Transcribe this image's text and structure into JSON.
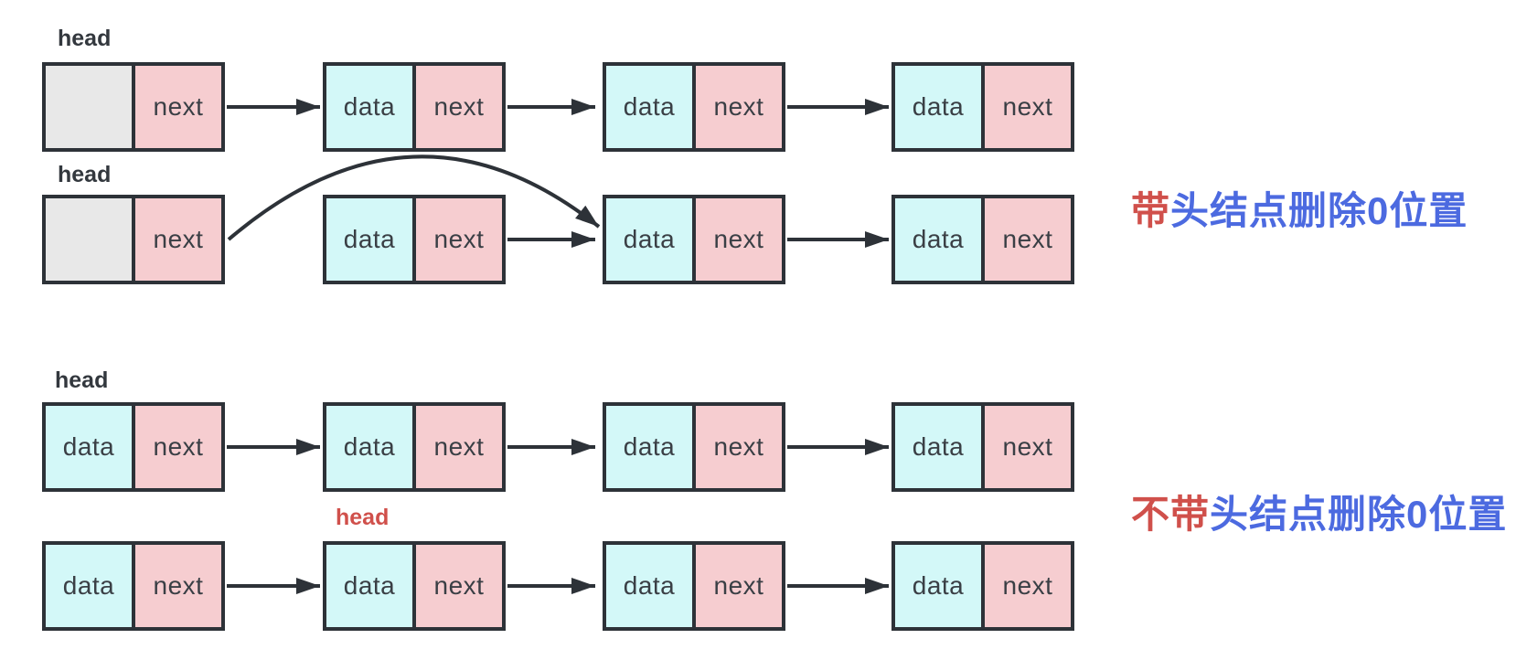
{
  "colors": {
    "cell_data_fill": "#d3f8f8",
    "cell_next_fill": "#f6cdd0",
    "cell_empty_fill": "#e8e8e8",
    "border": "#2d3238",
    "arrow": "#2d3238",
    "head_label": "#33383e",
    "head_label_red": "#d0504b",
    "title_red": "#d0504b",
    "title_blue": "#4c6ae0"
  },
  "titles": [
    {
      "red": "带",
      "blue": "头结点删除0位置"
    },
    {
      "red": "不带",
      "blue": "头结点删除0位置"
    }
  ],
  "rows": [
    {
      "head_label": "head",
      "nodes": [
        {
          "data": "",
          "next": "next"
        },
        {
          "data": "data",
          "next": "next"
        },
        {
          "data": "data",
          "next": "next"
        },
        {
          "data": "data",
          "next": "next"
        }
      ]
    },
    {
      "head_label": "head",
      "nodes": [
        {
          "data": "",
          "next": "next"
        },
        {
          "data": "data",
          "next": "next"
        },
        {
          "data": "data",
          "next": "next"
        },
        {
          "data": "data",
          "next": "next"
        }
      ]
    },
    {
      "head_label": "head",
      "nodes": [
        {
          "data": "data",
          "next": "next"
        },
        {
          "data": "data",
          "next": "next"
        },
        {
          "data": "data",
          "next": "next"
        },
        {
          "data": "data",
          "next": "next"
        }
      ]
    },
    {
      "head_label": "head",
      "nodes": [
        {
          "data": "data",
          "next": "next"
        },
        {
          "data": "data",
          "next": "next"
        },
        {
          "data": "data",
          "next": "next"
        },
        {
          "data": "data",
          "next": "next"
        }
      ]
    }
  ]
}
